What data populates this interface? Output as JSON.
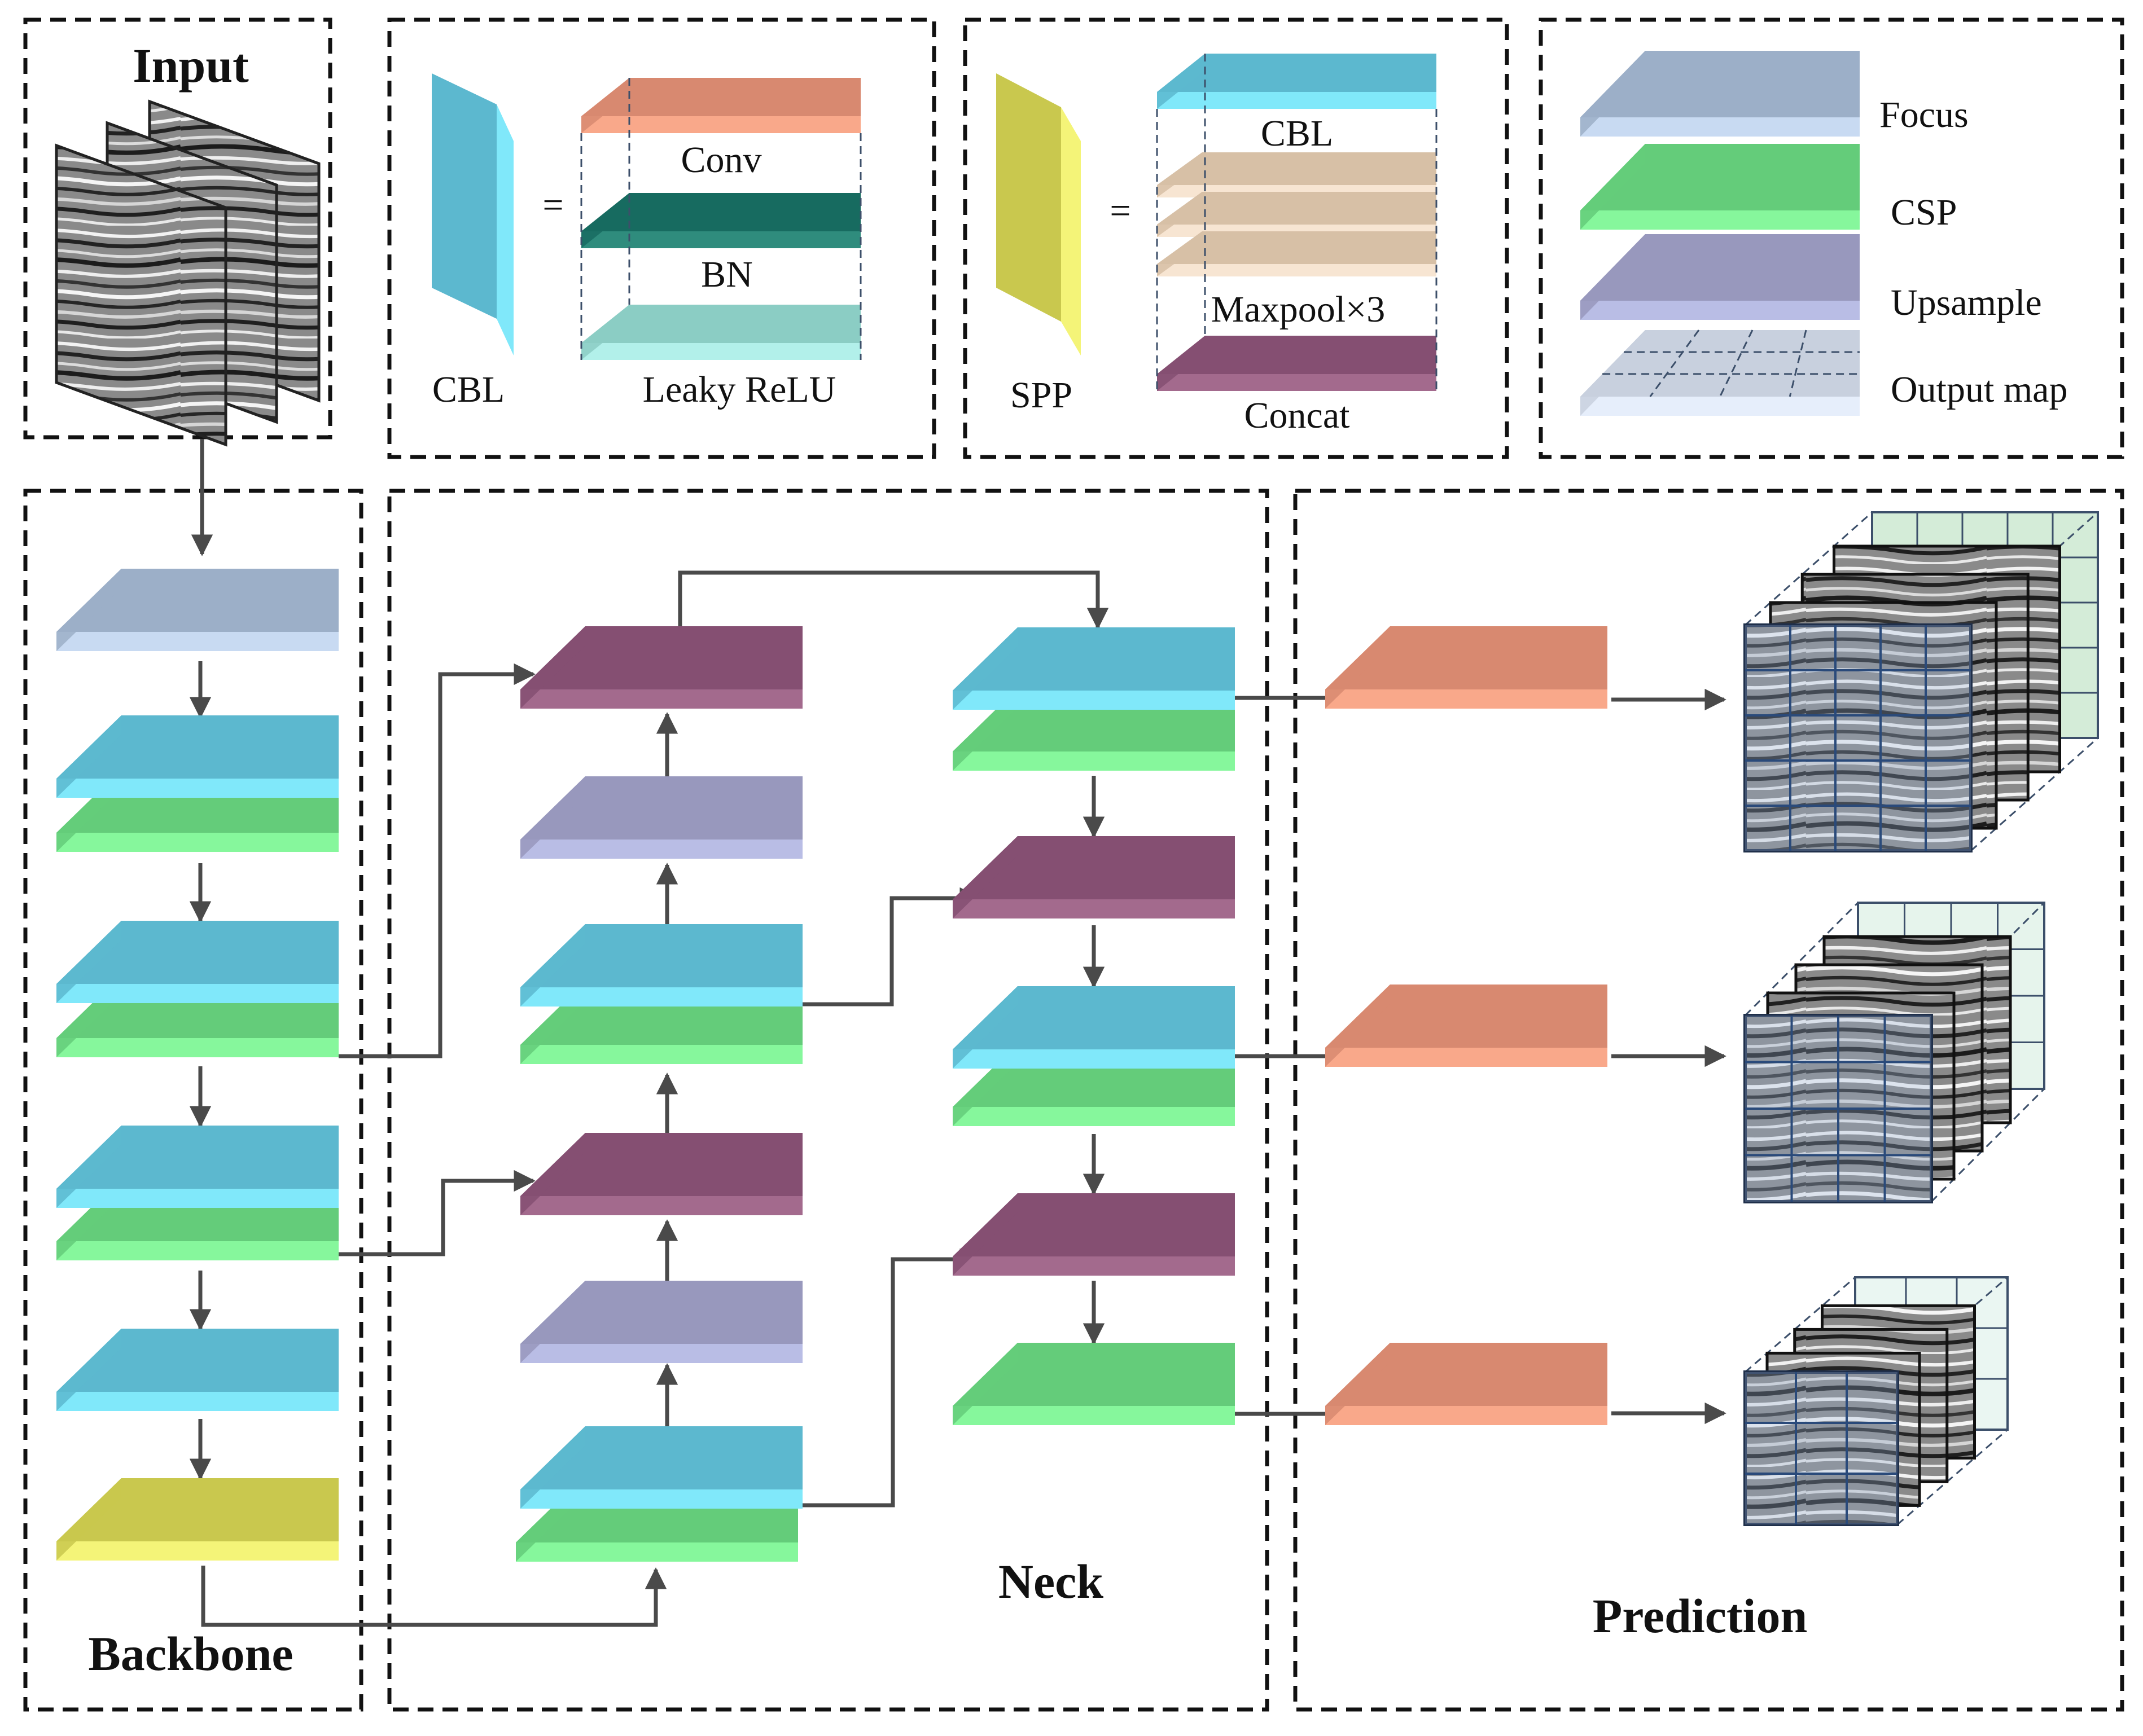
{
  "colors": {
    "focus": {
      "top": "#9cafc8",
      "side": "#c8daf2"
    },
    "csp": {
      "top": "#64cc7a",
      "side": "#86f79c"
    },
    "cbl": {
      "top": "#5cb8cf",
      "side": "#80e8fa"
    },
    "upsample": {
      "top": "#9898bd",
      "side": "#b9bde5"
    },
    "concat": {
      "top": "#854f72",
      "side": "#a36a8d"
    },
    "spp": {
      "top": "#c9c84e",
      "side": "#f4f478"
    },
    "conv": {
      "top": "#d88970",
      "side": "#f9a88a"
    },
    "bn": {
      "top": "#176b60",
      "side": "#2f8c7d"
    },
    "leaky": {
      "top": "#8bcdc4",
      "side": "#b2f0ea"
    },
    "maxpool": {
      "top": "#d7c0a6",
      "side": "#f7e5d2"
    },
    "output_map": {
      "top": "#c8d0de",
      "side": "#e6eefb"
    },
    "arrow": "#4a4a4a",
    "border": "#111111"
  },
  "panels": {
    "input": {
      "title": "Input"
    },
    "cbl_def": {
      "block": "CBL",
      "equals": "=",
      "layers": [
        "Conv",
        "BN",
        "Leaky ReLU"
      ]
    },
    "spp_def": {
      "block": "SPP",
      "equals": "=",
      "layers": [
        "CBL",
        "Maxpool×3",
        "Concat"
      ]
    },
    "legend": {
      "items": [
        "Focus",
        "CSP",
        "Upsample",
        "Output map"
      ]
    },
    "backbone": {
      "title": "Backbone"
    },
    "neck": {
      "title": "Neck"
    },
    "prediction": {
      "title": "Prediction"
    }
  }
}
